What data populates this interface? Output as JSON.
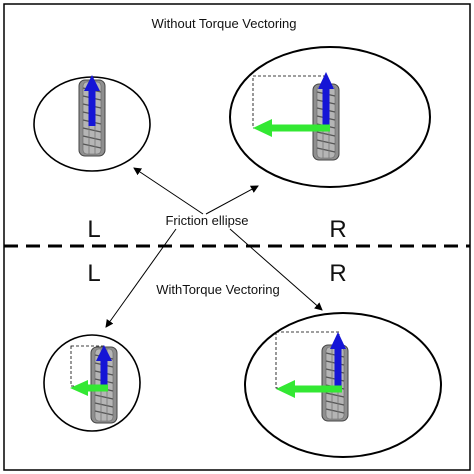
{
  "top_title": "Without Torque Vectoring",
  "bottom_title": "WithTorque Vectoring",
  "center_label": "Friction ellipse",
  "side_left": "L",
  "side_right": "R",
  "colors": {
    "frame": "#000000",
    "divider": "#000000",
    "longitudinal_arrow": "#1515d6",
    "lateral_arrow": "#33e833",
    "tire": "#9a9a9a",
    "tire_dark": "#555555"
  },
  "icons": [
    "tire-icon",
    "longitudinal-force-arrow",
    "lateral-force-arrow"
  ]
}
